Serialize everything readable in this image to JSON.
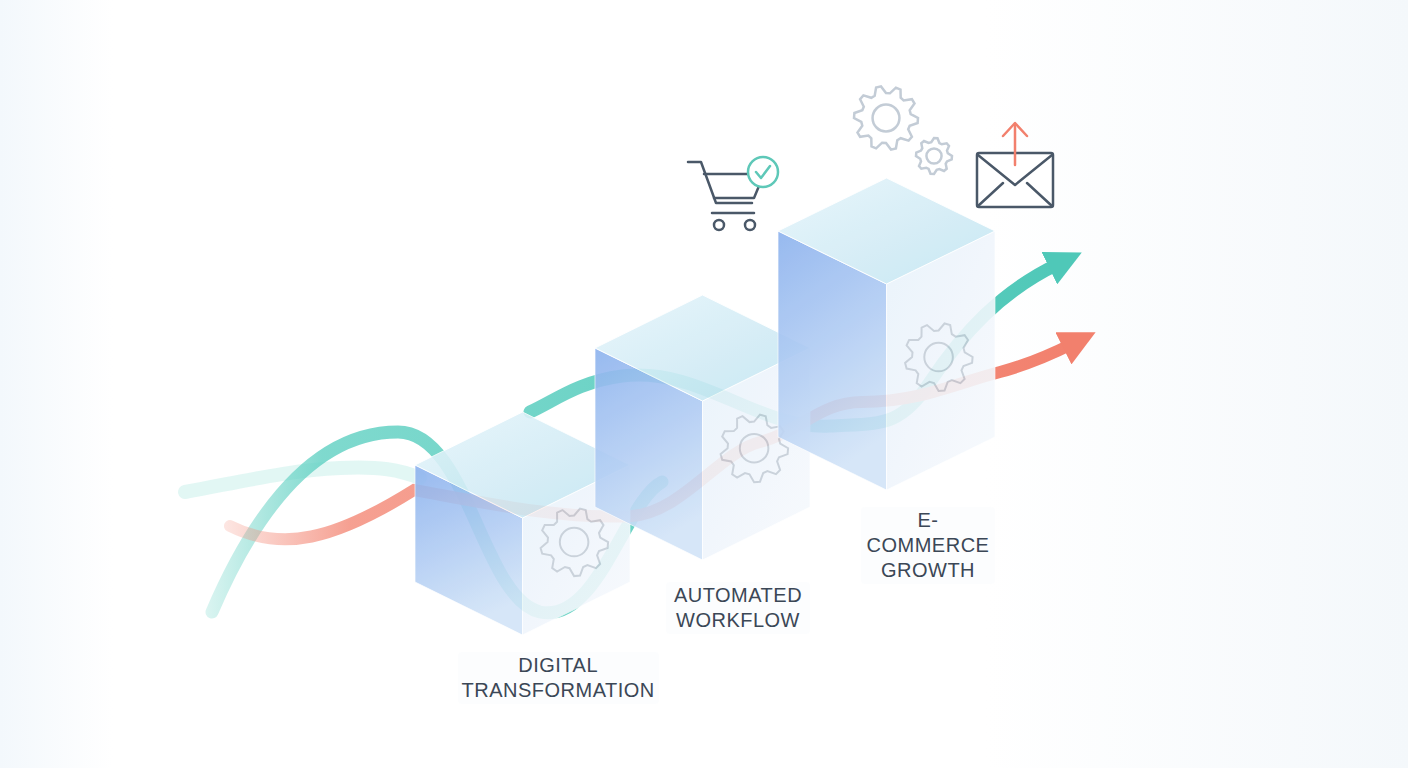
{
  "diagram": {
    "nodes": [
      {
        "text": [
          "DIGITAL TRANSFORMATION"
        ]
      },
      {
        "text": [
          "AUTOMATED WORKFLOW"
        ]
      },
      {
        "text": [
          "E-COMMERCE GROWTH"
        ]
      }
    ]
  }
}
